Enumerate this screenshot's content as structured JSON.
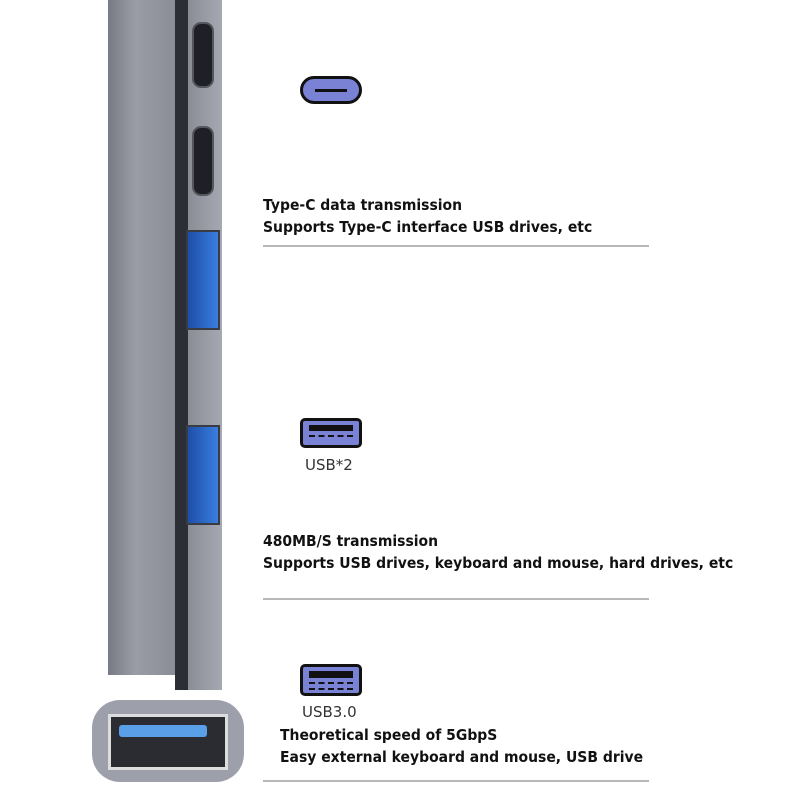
{
  "typec": {
    "title": "Type-C data transmission",
    "desc": "Supports Type-C interface USB drives, etc"
  },
  "usb2": {
    "label": "USB*2",
    "title": "480MB/S transmission",
    "desc": "Supports USB drives, keyboard and mouse, hard drives, etc"
  },
  "usb3": {
    "label": "USB3.0",
    "title": "Theoretical speed of 5GbpS",
    "desc": "Easy external keyboard and mouse, USB drive"
  },
  "colors": {
    "icon": "#7a82d6",
    "port_blue": "#2f6fd0",
    "body": "#8c8e98"
  }
}
